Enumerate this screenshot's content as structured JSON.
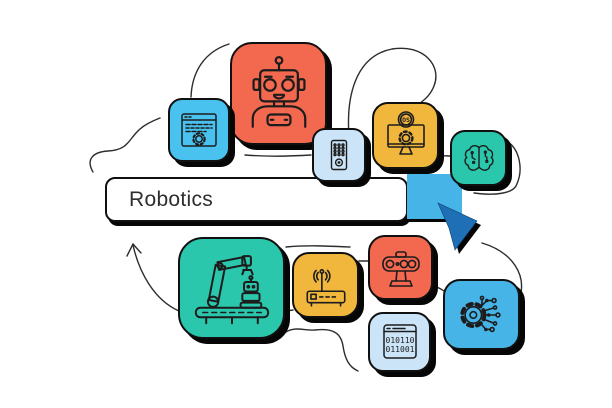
{
  "scene_title": "Robotics search concept illustration",
  "palette": {
    "red_orange": "#F2694F",
    "yellow": "#F1B63C",
    "cyan": "#4AC2F0",
    "pale_blue": "#CBE4F8",
    "teal": "#2BC7AC",
    "blue": "#47B4E8",
    "cursor_blue": "#1E6FB5",
    "outline": "#101010",
    "background": "#FFFFFF"
  },
  "search": {
    "value": "Robotics"
  },
  "icon_text": {
    "os_badge": "OS",
    "binary_line1": "010110",
    "binary_line2": "011001"
  },
  "tiles": [
    {
      "id": "robot-head",
      "icon": "robot-head-icon",
      "color": "#F2694F"
    },
    {
      "id": "browser",
      "icon": "browser-gear-icon",
      "color": "#4AC2F0"
    },
    {
      "id": "os-monitor",
      "icon": "monitor-os-gear-icon",
      "color": "#F1B63C"
    },
    {
      "id": "remote",
      "icon": "remote-control-icon",
      "color": "#CBE4F8"
    },
    {
      "id": "ai-brain",
      "icon": "brain-icon",
      "color": "#2BC7AC"
    },
    {
      "id": "robotic-arm",
      "icon": "robotic-arm-assembly-icon",
      "color": "#2BC7AC"
    },
    {
      "id": "wifi-router",
      "icon": "wifi-router-icon",
      "color": "#F1B63C"
    },
    {
      "id": "scanner",
      "icon": "scanner-device-icon",
      "color": "#F2694F"
    },
    {
      "id": "binary-code",
      "icon": "binary-code-window-icon",
      "color": "#CBE4F8"
    },
    {
      "id": "circuit-gear",
      "icon": "gear-circuit-icon",
      "color": "#47B4E8"
    }
  ],
  "cursor": {
    "type": "arrow-cursor",
    "color": "#1E6FB5"
  }
}
